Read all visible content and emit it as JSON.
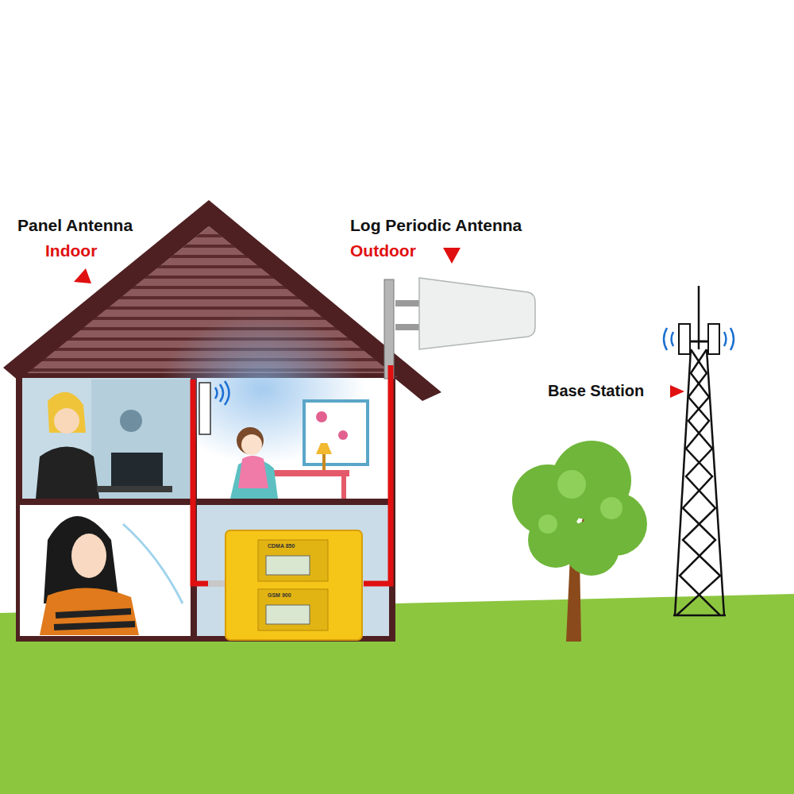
{
  "diagram": {
    "labels": [
      "Panel Antenna",
      "Indoor",
      "Log Periodic Antenna",
      "Outdoor",
      "Base Station",
      "CDMA 850",
      "GSM 900"
    ]
  }
}
